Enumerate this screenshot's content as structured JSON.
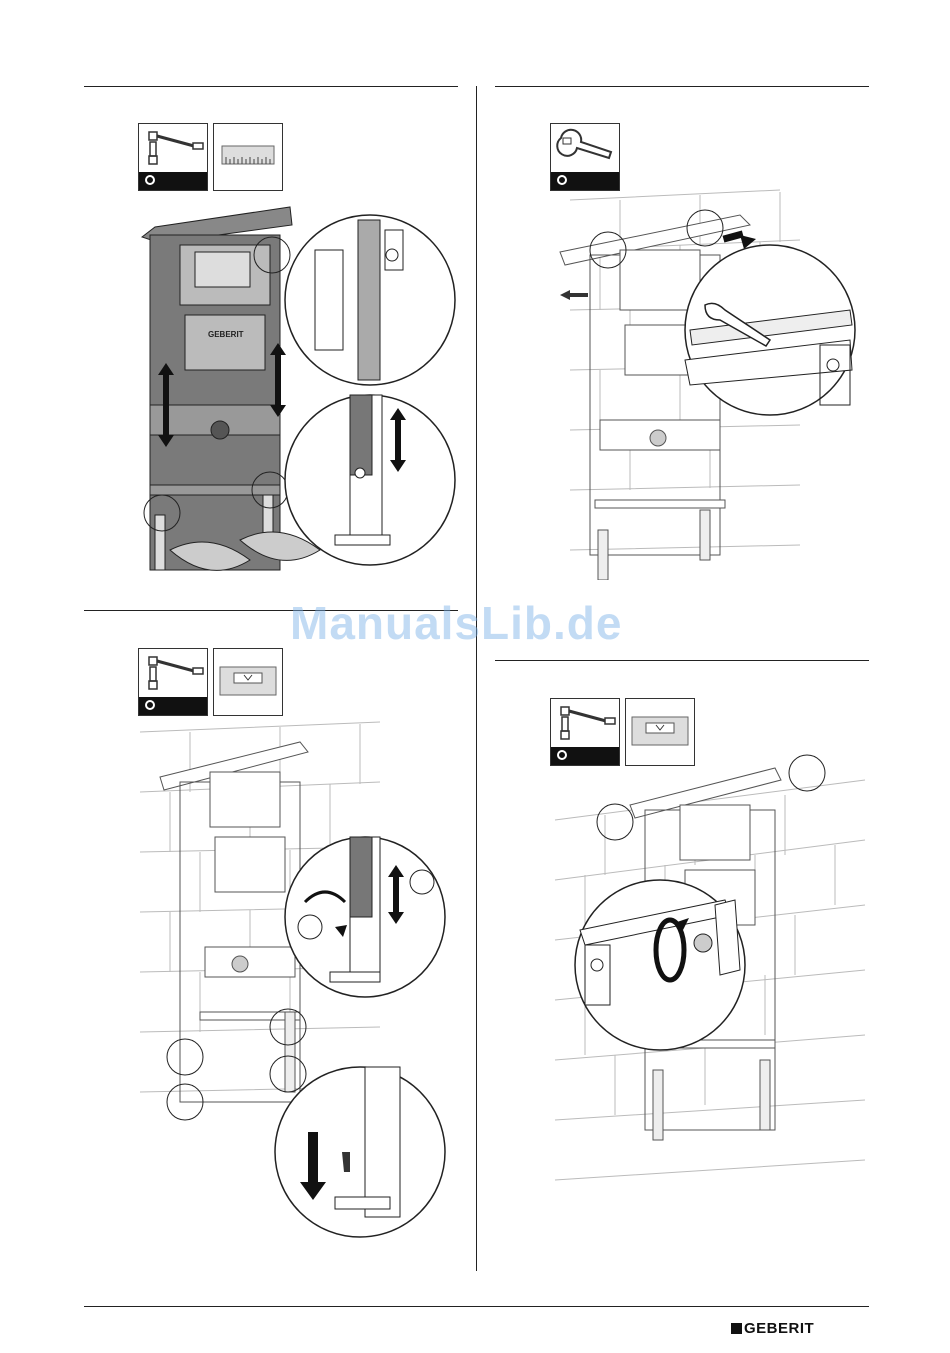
{
  "watermark": "ManualsLib.de",
  "footer": {
    "brand": "GEBERIT"
  },
  "frame_label": "GEBERIT",
  "steps": [
    {
      "tools": [
        "torque-wrench-icon",
        "folding-rule-icon"
      ]
    },
    {
      "tools": [
        "wrench-icon"
      ]
    },
    {
      "tools": [
        "torque-wrench-icon",
        "spirit-level-icon"
      ]
    },
    {
      "tools": [
        "torque-wrench-icon",
        "spirit-level-icon"
      ]
    }
  ]
}
